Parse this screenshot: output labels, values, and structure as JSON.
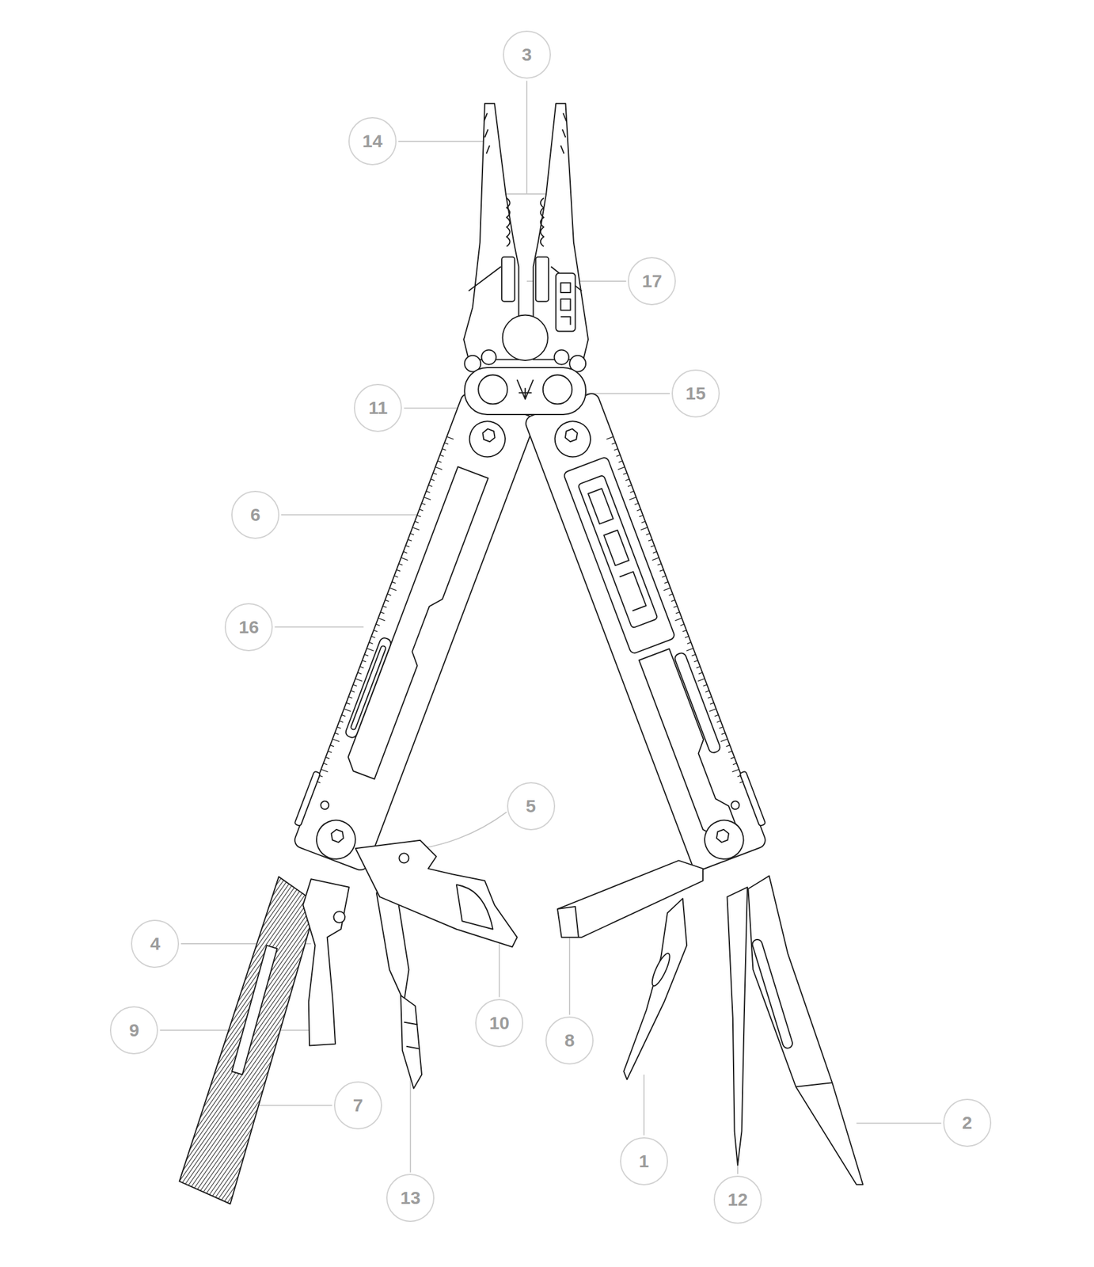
{
  "diagram": {
    "nodes": [
      {
        "text": [
          "3"
        ]
      },
      {
        "text": [
          "14"
        ]
      },
      {
        "text": [
          "17"
        ]
      },
      {
        "text": [
          "15"
        ]
      },
      {
        "text": [
          "11"
        ]
      },
      {
        "text": [
          "6"
        ]
      },
      {
        "text": [
          "16"
        ]
      },
      {
        "text": [
          "5"
        ]
      },
      {
        "text": [
          "4"
        ]
      },
      {
        "text": [
          "10"
        ]
      },
      {
        "text": [
          "9"
        ]
      },
      {
        "text": [
          "8"
        ]
      },
      {
        "text": [
          "7"
        ]
      },
      {
        "text": [
          "2"
        ]
      },
      {
        "text": [
          "1"
        ]
      },
      {
        "text": [
          "13"
        ]
      },
      {
        "text": [
          "12"
        ]
      }
    ]
  }
}
